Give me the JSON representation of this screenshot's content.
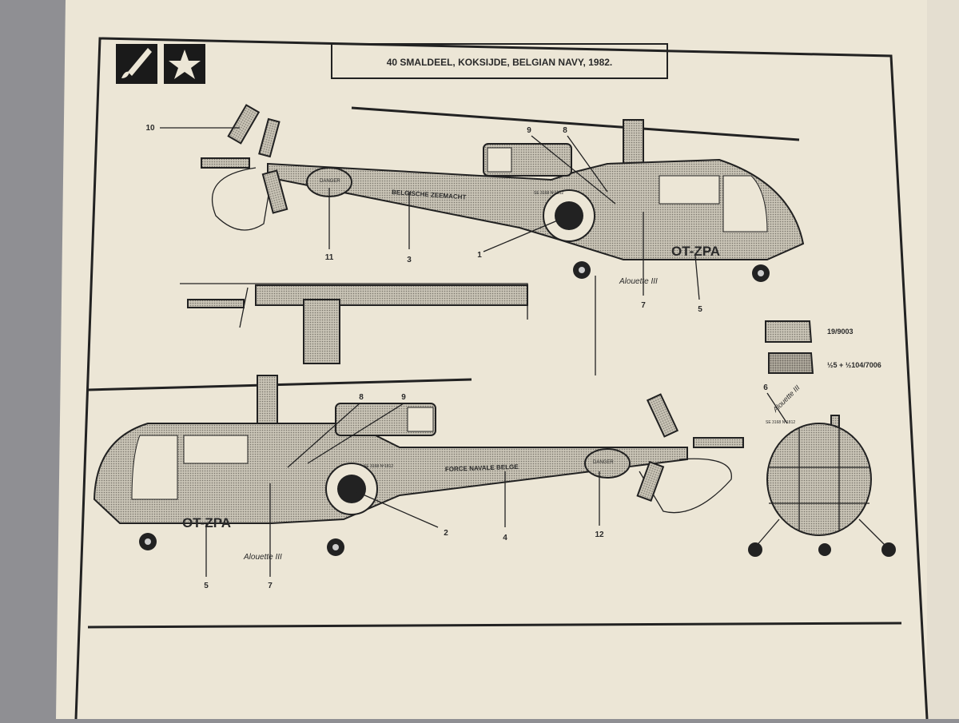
{
  "title": "40 SMALDEEL, KOKSIJDE, BELGIAN NAVY, 1982.",
  "header_icons": [
    "brush-icon",
    "star-icon"
  ],
  "colors": {
    "paper": "#ece6d6",
    "ink": "#222222",
    "fabric": "#8f8f93",
    "hull": "#b9b4a6"
  },
  "top_view": {
    "fuselage_text": "BELGISCHE ZEEMACHT",
    "registration": "OT-ZPA",
    "danger": "DANGER",
    "serial": "SE 3168 Nº1812",
    "logo": "Alouette III",
    "callouts": [
      "10",
      "9",
      "8",
      "11",
      "3",
      "1",
      "7",
      "5"
    ]
  },
  "bottom_view": {
    "fuselage_text": "FORCE NAVALE BELGE",
    "registration": "OT-ZPA",
    "danger": "DANGER",
    "serial": "SE 3168 Nº1812",
    "logo": "Alouette III",
    "callouts": [
      "8",
      "9",
      "2",
      "4",
      "12",
      "5",
      "7"
    ]
  },
  "front_view": {
    "callout": "6",
    "serial": "SE 3168 Nº1812",
    "logo": "Alouette III"
  },
  "legend": [
    {
      "code": "19/9003"
    },
    {
      "code": "½5 + ½104/7006"
    }
  ]
}
